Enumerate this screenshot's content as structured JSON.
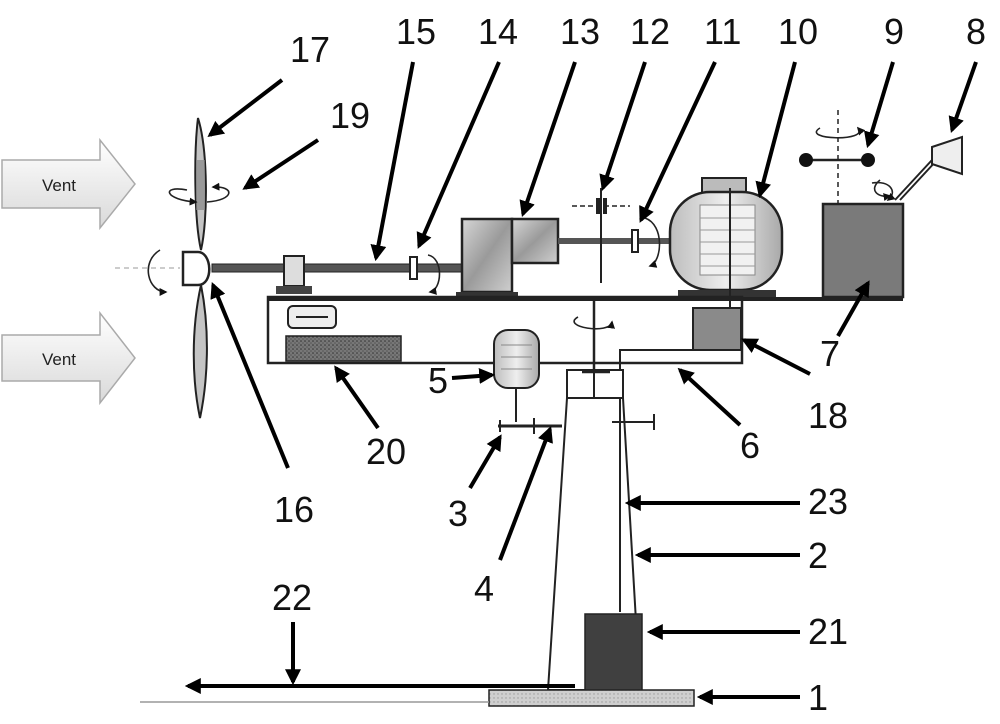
{
  "vent": {
    "top": "Vent",
    "bottom": "Vent"
  },
  "labels": {
    "l1": "1",
    "l2": "2",
    "l3": "3",
    "l4": "4",
    "l5": "5",
    "l6": "6",
    "l7": "7",
    "l8": "8",
    "l9": "9",
    "l10": "10",
    "l11": "11",
    "l12": "12",
    "l13": "13",
    "l14": "14",
    "l15": "15",
    "l16": "16",
    "l17": "17",
    "l18": "18",
    "l19": "19",
    "l20": "20",
    "l21": "21",
    "l22": "22",
    "l23": "23"
  }
}
